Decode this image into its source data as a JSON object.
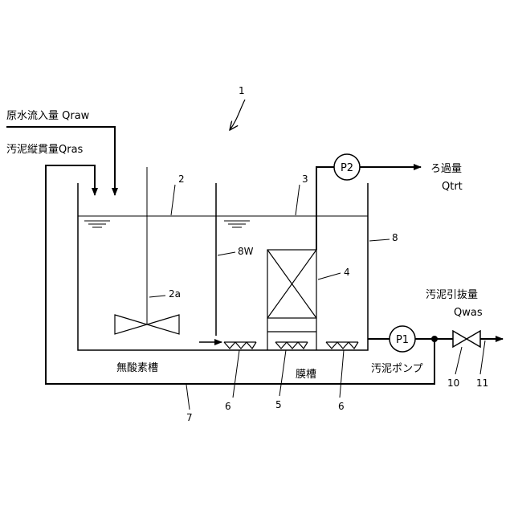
{
  "labels": {
    "system_number": "1",
    "raw_water_inflow": "原水流入量 Qraw",
    "sludge_return": "汚泥縦貫量Qras",
    "anoxic_tank_number": "2",
    "mixer_number": "2a",
    "membrane_tank_number": "3",
    "membrane_module_number": "4",
    "diffuser_main_number": "5",
    "diffuser_side_number": "6",
    "return_line_number": "7",
    "tank_wall_number": "8",
    "partition_number": "8W",
    "valve_number": "10",
    "outlet_number": "11",
    "anoxic_tank": "無酸素槽",
    "membrane_tank": "膜槽",
    "sludge_pump": "汚泥ポンプ",
    "filtrate_flow": "ろ過量",
    "filtrate_symbol": "Qtrt",
    "sludge_withdrawal": "汚泥引抜量",
    "sludge_withdrawal_symbol": "Qwas"
  },
  "pumps": {
    "filtrate_pump": "P2",
    "sludge_pump": "P1"
  },
  "colors": {
    "line": "#000000",
    "background": "#ffffff"
  }
}
